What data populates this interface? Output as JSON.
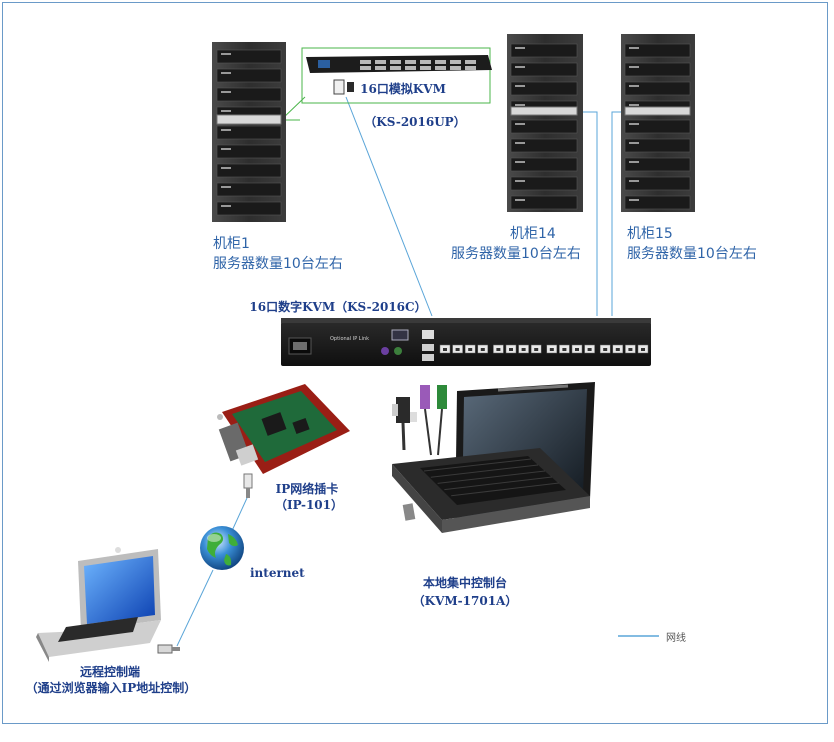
{
  "cabinets": [
    {
      "name": "机柜1",
      "servers": "服务器数量10台左右"
    },
    {
      "name": "机柜14",
      "servers": "服务器数量10台左右"
    },
    {
      "name": "机柜15",
      "servers": "服务器数量10台左右"
    }
  ],
  "analog_kvm": {
    "name": "16口模拟KVM",
    "model": "（KS-2016UP）"
  },
  "digital_kvm": {
    "name": "16口数字KVM（KS-2016C）",
    "panel_text": "Optional IP Link"
  },
  "ip_card": {
    "name": "IP网络插卡",
    "model": "（IP-101）"
  },
  "internet": {
    "label": "internet"
  },
  "console": {
    "name": "本地集中控制台",
    "model": "（KVM-1701A）"
  },
  "remote": {
    "name": "远程控制端",
    "note": "（通过浏览器输入IP地址控制）"
  },
  "legend": {
    "network_cable": "网线"
  },
  "colors": {
    "cable": "#5aa5d8",
    "label_blue": "#2f64a8",
    "label_navy": "#1f3f8a",
    "border": "#6a9ac8"
  }
}
